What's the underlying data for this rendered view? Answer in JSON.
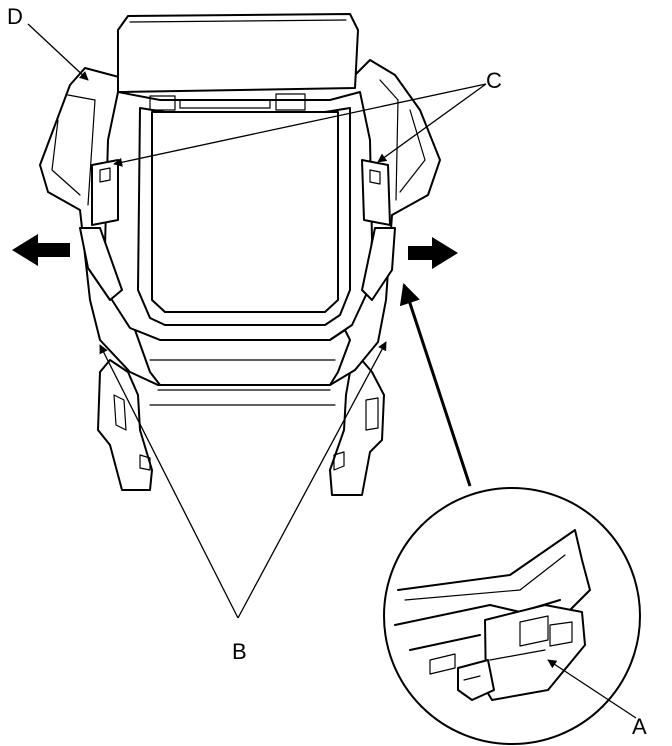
{
  "labels": {
    "a": "A",
    "b": "B",
    "c": "C",
    "d": "D"
  },
  "colors": {
    "ink": "#000000",
    "paper": "#ffffff"
  },
  "icons": {
    "left_arrow": "arrow-left-icon",
    "right_arrow": "arrow-right-icon"
  }
}
